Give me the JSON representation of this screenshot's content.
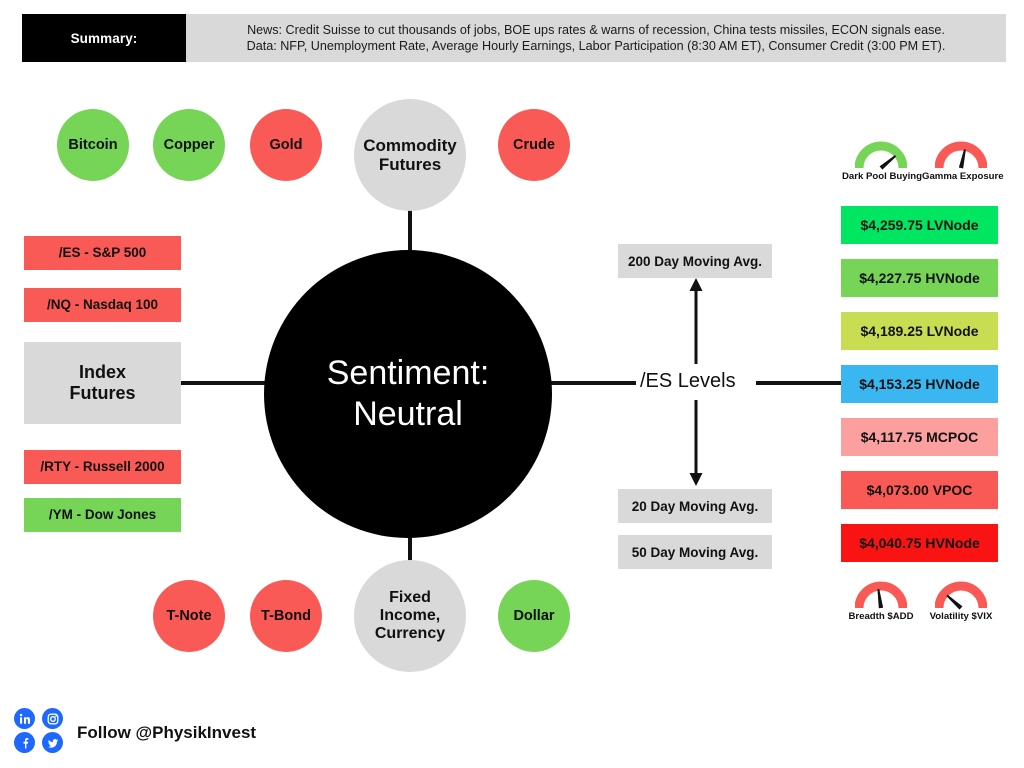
{
  "summary": {
    "label": "Summary:",
    "line1": "News: Credit Suisse to cut thousands of jobs, BOE ups rates & warns of recession, China tests missiles, ECON signals ease.",
    "line2": "Data: NFP, Unemployment Rate, Average Hourly Earnings, Labor Participation (8:30 AM ET), Consumer Credit (3:00 PM ET)."
  },
  "center": {
    "sentiment": "Sentiment:\nNeutral"
  },
  "commodity_group": {
    "hub": "Commodity\nFutures",
    "nodes": [
      {
        "label": "Bitcoin",
        "color": "#76d457"
      },
      {
        "label": "Copper",
        "color": "#76d457"
      },
      {
        "label": "Gold",
        "color": "#fa5a55"
      },
      {
        "label": "Crude",
        "color": "#fa5a55"
      }
    ]
  },
  "fixed_income_group": {
    "hub": "Fixed\nIncome,\nCurrency",
    "nodes": [
      {
        "label": "T-Note",
        "color": "#fa5a55"
      },
      {
        "label": "T-Bond",
        "color": "#fa5a55"
      },
      {
        "label": "Dollar",
        "color": "#76d457"
      }
    ]
  },
  "index_futures": {
    "hub": "Index\nFutures",
    "above": [
      {
        "label": "/ES - S&P 500",
        "color": "#fa5a55"
      },
      {
        "label": "/NQ - Nasdaq 100",
        "color": "#fa5a55"
      }
    ],
    "below": [
      {
        "label": "/RTY - Russell 2000",
        "color": "#fa5a55"
      },
      {
        "label": "/YM - Dow Jones",
        "color": "#76d457"
      }
    ]
  },
  "es_levels": {
    "title": "/ES Levels",
    "moving_averages_above": [
      {
        "label": "200 Day Moving Avg."
      }
    ],
    "moving_averages_below": [
      {
        "label": "20 Day Moving Avg."
      },
      {
        "label": "50 Day Moving Avg."
      }
    ],
    "levels": [
      {
        "price": "$4,259.75",
        "type": "LVNode",
        "text": "$4,259.75 LVNode",
        "color": "#00e661"
      },
      {
        "price": "$4,227.75",
        "type": "HVNode",
        "text": "$4,227.75 HVNode",
        "color": "#76d457"
      },
      {
        "price": "$4,189.25",
        "type": "LVNode",
        "text": "$4,189.25 LVNode",
        "color": "#c9dd52"
      },
      {
        "price": "$4,153.25",
        "type": "HVNode",
        "text": "$4,153.25 HVNode",
        "color": "#3ab7f0"
      },
      {
        "price": "$4,117.75",
        "type": "MCPOC",
        "text": "$4,117.75 MCPOC",
        "color": "#fb9f9f"
      },
      {
        "price": "$4,073.00",
        "type": "VPOC",
        "text": "$4,073.00 VPOC",
        "color": "#fa5a55"
      },
      {
        "price": "$4,040.75",
        "type": "HVNode",
        "text": "$4,040.75 HVNode",
        "color": "#fa1313"
      }
    ]
  },
  "gauges": {
    "top": [
      {
        "label": "Dark Pool Buying",
        "color": "#76d457",
        "needle_deg": 50
      },
      {
        "label": "Gamma Exposure",
        "color": "#fa5a55",
        "needle_deg": 12
      }
    ],
    "bottom": [
      {
        "label": "Breadth $ADD",
        "color": "#fa5a55",
        "needle_deg": -8
      },
      {
        "label": "Volatility $VIX",
        "color": "#fa5a55",
        "needle_deg": -48
      }
    ]
  },
  "footer": {
    "follow": "Follow @PhysikInvest",
    "social": [
      {
        "name": "linkedin",
        "glyph": "in"
      },
      {
        "name": "instagram",
        "glyph": "▣"
      },
      {
        "name": "facebook",
        "glyph": "f"
      },
      {
        "name": "twitter",
        "glyph": "ᵗ"
      }
    ],
    "accent": "#1f68ff"
  }
}
